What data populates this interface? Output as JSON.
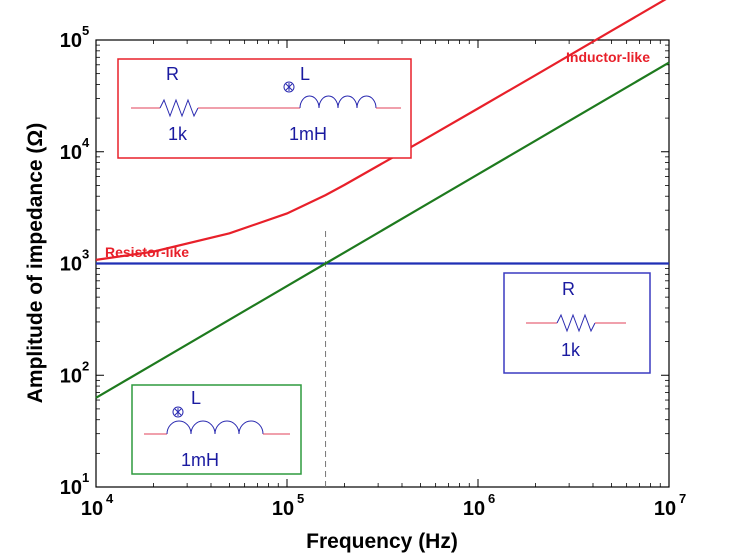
{
  "chart_data": {
    "type": "line",
    "xlabel": "Frequency (Hz)",
    "ylabel": "Amplitude of impedance (Ω)",
    "xscale": "log",
    "yscale": "log",
    "xlim": [
      10000,
      10000000
    ],
    "ylim": [
      10,
      100000
    ],
    "x_ticks": [
      {
        "base": "10",
        "exp": "4"
      },
      {
        "base": "10",
        "exp": "5"
      },
      {
        "base": "10",
        "exp": "6"
      },
      {
        "base": "10",
        "exp": "7"
      }
    ],
    "y_ticks": [
      {
        "base": "10",
        "exp": "1"
      },
      {
        "base": "10",
        "exp": "2"
      },
      {
        "base": "10",
        "exp": "3"
      },
      {
        "base": "10",
        "exp": "4"
      },
      {
        "base": "10",
        "exp": "5"
      }
    ],
    "grid": false,
    "x": [
      10000,
      20000,
      50000,
      100000,
      159155,
      200000,
      500000,
      1000000,
      2000000,
      5000000,
      10000000
    ],
    "series": [
      {
        "color": "#e8202a",
        "values": [
          1078,
          1277,
          1862,
          2805,
          4093,
          5053,
          12312,
          24372,
          48457,
          120736,
          241200
        ],
        "scale": "lr"
      },
      {
        "color": "#1f2fb5",
        "values": [
          1000,
          1000,
          1000,
          1000,
          1000,
          1000,
          1000,
          1000,
          1000,
          1000,
          1000
        ]
      },
      {
        "color": "#1e7a1e",
        "values": [
          62.8,
          125.7,
          314.2,
          628.3,
          1000,
          1256.6,
          3141.6,
          6283.2,
          12566,
          31416,
          62832
        ]
      }
    ],
    "crossover_frequency": 159155,
    "annotations": {
      "inductor_like": "Inductor-like",
      "resistor_like": "Resistor-like"
    },
    "circuits": {
      "series_rl": {
        "r_label": "R",
        "r_value": "1k",
        "l_label": "L",
        "l_value": "1mH",
        "border": "#e8202a"
      },
      "resistor": {
        "r_label": "R",
        "r_value": "1k",
        "border": "#3a3ac0"
      },
      "inductor": {
        "l_label": "L",
        "l_value": "1mH",
        "border": "#2e9a3e"
      }
    }
  }
}
